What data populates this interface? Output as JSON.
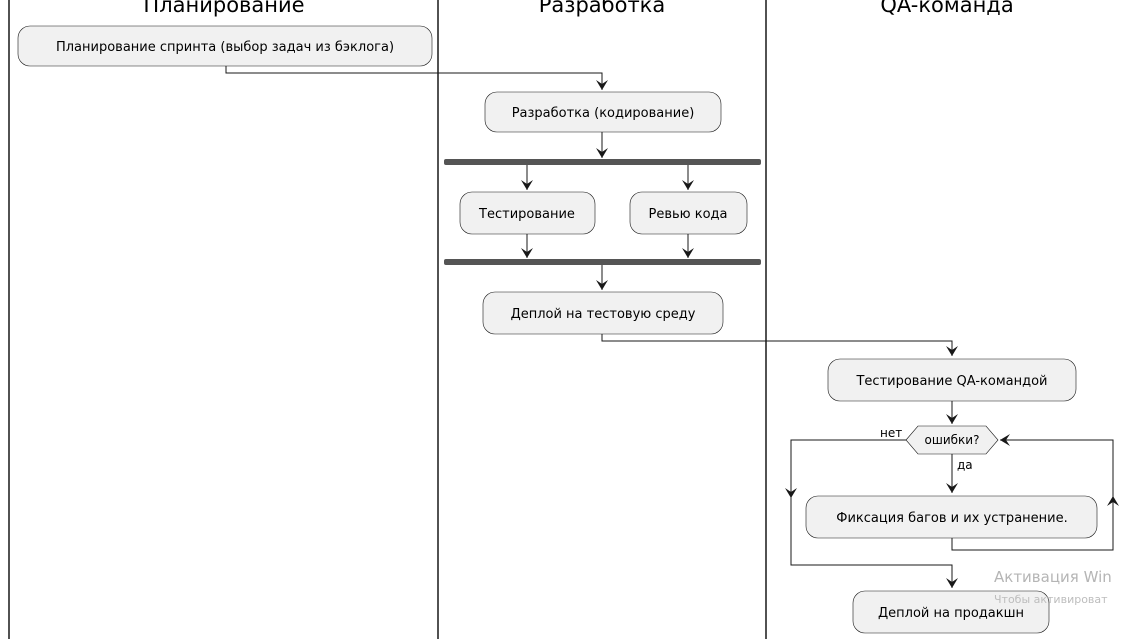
{
  "lanes": [
    "Планирование",
    "Разработка",
    "QA-команда"
  ],
  "activities": {
    "sprint_planning": "Планирование спринта (выбор задач из бэклога)",
    "development": "Разработка (кодирование)",
    "testing": "Тестирование",
    "code_review": "Ревью кода",
    "deploy_test": "Деплой на тестовую среду",
    "qa_testing": "Тестирование QA-командой",
    "decision": "ошибки?",
    "bug_fix": "Фиксация багов и их устранение.",
    "deploy_prod": "Деплой на продакшн"
  },
  "branch_labels": {
    "no": "нет",
    "yes": "да"
  },
  "watermark": {
    "line1": "Активация Win",
    "line2": "Чтобы активироват"
  }
}
